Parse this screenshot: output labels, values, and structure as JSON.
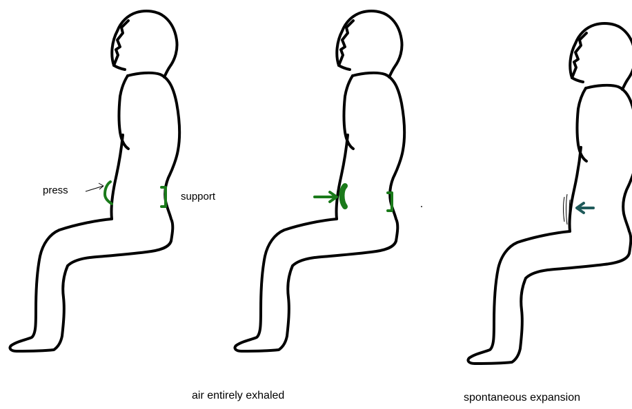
{
  "labels": {
    "press": "press",
    "support": "support",
    "caption_middle": "air entirely  exhaled",
    "caption_right": "spontaneous expansion"
  },
  "colors": {
    "outline": "#000000",
    "green": "#1a7a1a",
    "teal_arrow": "#1f5a5a"
  }
}
